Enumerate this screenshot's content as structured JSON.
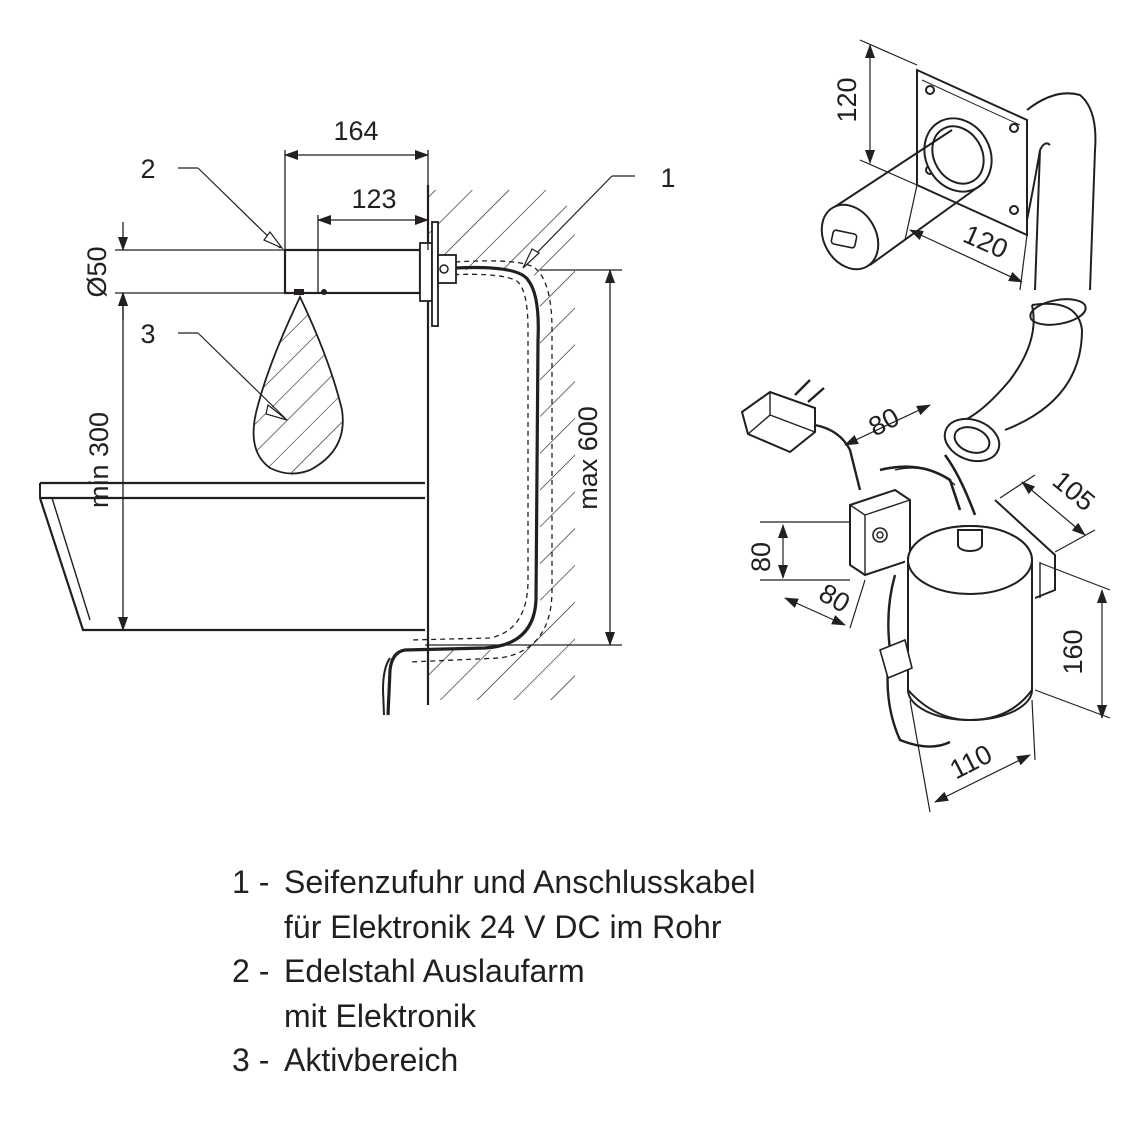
{
  "dimensions": {
    "arm_length": "164",
    "arm_inner": "123",
    "arm_diameter": "Ø50",
    "min_height": "min 300",
    "max_height": "max 600",
    "flange_height": "120",
    "flange_depth": "120",
    "adapter_width": "80",
    "valve_height": "80",
    "valve_depth": "80",
    "tank_width": "105",
    "tank_height": "160",
    "tank_depth": "110"
  },
  "callouts": {
    "one": "1",
    "two": "2",
    "three": "3"
  },
  "legend": [
    {
      "num": "1 -",
      "lines": [
        "Seifenzufuhr und Anschlusskabel",
        "für Elektronik 24 V DC im Rohr"
      ]
    },
    {
      "num": "2 -",
      "lines": [
        "Edelstahl Auslaufarm",
        "mit Elektronik"
      ]
    },
    {
      "num": "3 -",
      "lines": [
        "Aktivbereich"
      ]
    }
  ],
  "colors": {
    "line": "#231f20",
    "hatch": "#231f20"
  }
}
